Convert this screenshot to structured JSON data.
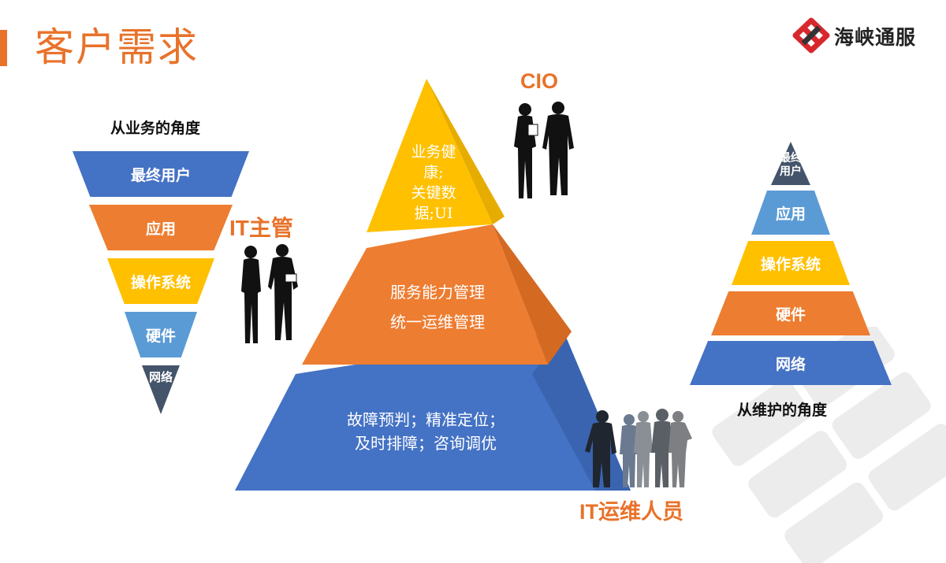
{
  "title": "客户需求",
  "logo": {
    "text": "海峡通服"
  },
  "left_funnel": {
    "heading": "从业务的角度",
    "layers": [
      "最终用户",
      "应用",
      "操作系统",
      "硬件",
      "网络"
    ]
  },
  "right_pyramid": {
    "heading": "从维护的角度",
    "layers": [
      "最终用户",
      "应用",
      "操作系统",
      "硬件",
      "网络"
    ]
  },
  "center_pyramid": {
    "top": {
      "line1": "业务健",
      "line2": "康;",
      "line3": "关键数",
      "line4": "据;UI"
    },
    "middle": {
      "line1": "服务能力管理",
      "line2": "统一运维管理"
    },
    "bottom": {
      "line1": "故障预判；精准定位；",
      "line2": "及时排障；咨询调优"
    }
  },
  "roles": {
    "cio": "CIO",
    "it_manager": "IT主管",
    "it_ops": "IT运维人员"
  },
  "colors": {
    "orange": "#ed7d31",
    "blue": "#4472c4",
    "yellow": "#ffc000",
    "light_blue": "#5b9bd5",
    "dark_slate": "#44546a"
  },
  "icons": [
    "logo-icon",
    "executive-silhouette-icon",
    "manager-silhouette-icon",
    "ops-staff-silhouette-icon"
  ]
}
